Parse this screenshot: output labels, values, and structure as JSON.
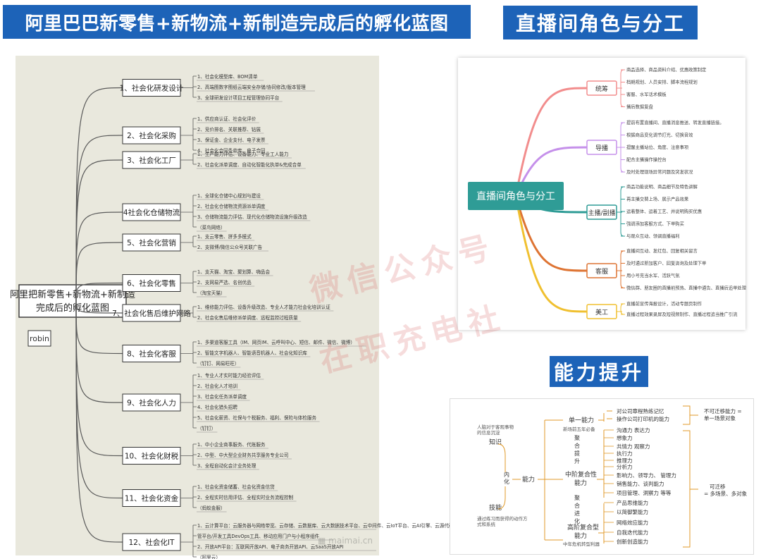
{
  "banners": {
    "left": "阿里巴巴新零售+新物流+新制造完成后的孵化蓝图",
    "right": "直播间角色与分工",
    "ability": "能力提升"
  },
  "watermark": {
    "line1": "微信公众号",
    "line2": "在职充电社"
  },
  "mindmap_left": {
    "root": "阿里把新零售+新物流+新制造完成后的孵化蓝图",
    "side_tag": "robin",
    "source_mark": "maimai.cn",
    "branches": [
      {
        "label": "1、社会化研发设计",
        "items": [
          "1、社会化模型库、BOM清单",
          "2、高端图数字图纸云端安全存储/协同修改/版本管理",
          "3、全球研发设计项目工程管理协同平台"
        ]
      },
      {
        "label": "2、社会化采购",
        "items": [
          "1、供应商认证、社会化评价",
          "2、竞价排名、关联推荐、钻展",
          "3、保证金、企业支付、电子发票",
          "4、社会化合同条款库、电子合同"
        ]
      },
      {
        "label": "3、社会化工厂",
        "items": [
          "1、生产能力评估、设备能力、专业工人能力",
          "2、社会化派单调度、自动化智能化执单&完成合单"
        ]
      },
      {
        "label": "4社会化仓储物流",
        "items": [
          "1、全球化仓储中心规划与建设",
          "2、社会化仓储物流资源派单调度",
          "3、仓储物流能力评估、现代化仓储物流设施升级改造",
          "（菜鸟网络）"
        ]
      },
      {
        "label": "5、社会化营销",
        "items": [
          "1、支云零售、拼多多模式",
          "2、支微博/微信公众号关联广告"
        ]
      },
      {
        "label": "6、社会化零售",
        "items": [
          "1、支天猫、淘宝、聚划算、嗨品会",
          "2、支网易严选、名创优品",
          "（淘宝天猫）"
        ]
      },
      {
        "label": "7、社会化售后维护网路",
        "items": [
          "1、维修能力评估、设备升级改造、专业人才能力社会化培训认证",
          "2、社会化售后维修派单调度、远程监控过程质量"
        ]
      },
      {
        "label": "8、社会化客服",
        "items": [
          "1、多渠道客服工具（IM、网页IM、云呼叫中心、短信、邮件、微信、微博）",
          "2、智能文字机器人、智能语音机器人、社会化知识库",
          "（钉钉、网易旺旺）"
        ]
      },
      {
        "label": "9、社会化人力",
        "items": [
          "1、专业人才实时能力经验评估",
          "2、社会化人才培训",
          "3、社会化任务派单调度",
          "4、社会化猎头招聘",
          "5、社会化薪资、社保与个税服务、福利、保险与体检服务",
          "（钉钉）"
        ]
      },
      {
        "label": "10、社会化财税",
        "items": [
          "1、中小企业商事服务、代账服务",
          "2、中型、中大型企业财务共享服务专业公司",
          "3、全程自动化会计业务处理"
        ]
      },
      {
        "label": "11、社会化资金",
        "items": [
          "1、社会化资金储蓄、社会化资金信贷",
          "2、全程实时信用评估、全程实时业务流程控制",
          "（蚂蚁金服）"
        ]
      },
      {
        "label": "12、社会化IT",
        "items": [
          "1、云计算平台：云服务器与网络带宽、云存储、云数据库、云大数据技术平台、云中间件、云IoT平台、云AI引擎、云源代码托",
          "管平台/开发工具DevOps工具、移动应用门户与小程序组件",
          "2、开放API平台：互联网开放API、电子商务开放API、云SaaS开放API",
          "（阿里云）"
        ]
      }
    ]
  },
  "mindmap_right": {
    "root": "直播间角色与分工",
    "branches": [
      {
        "label": "统筹",
        "color": "#f28d8d",
        "items": [
          "商品选择、商品资料介绍、优惠政策制定",
          "档期规划、人员安排、脚本流程规划",
          "客服、水军话术模板",
          "播后数据复盘"
        ]
      },
      {
        "label": "导播",
        "color": "#c590ea",
        "items": [
          "提前布置直播间、直播消息推送、转发直播链接。",
          "根据商品变化调节灯光、切换音效",
          "提醒主播站位、角度、注意事项",
          "配合主播操作操控台",
          "及时处理现场异常问题及突发状况"
        ]
      },
      {
        "label": "主播/副播",
        "color": "#2f9c96",
        "items": [
          "商品功能说明、商品细节及特色讲解",
          "再主播交替上场、展示产品效果",
          "运着整体、运着工艺、并说明购买优惠",
          "强调添加客服方式、下单购买",
          "与观众互动、领调直播福利"
        ]
      },
      {
        "label": "客服",
        "color": "#de7433",
        "items": [
          "直播间互动、发红包、回复相关留言",
          "及时通过新加客户、回复咨询及处理下单",
          "用小号充当水军、活跃气氛",
          "微信群、朋友圈的直播前预热、直播中通告、直播后追单处理"
        ]
      },
      {
        "label": "美工",
        "color": "#f0c030",
        "items": [
          "直播前宣传海报设计，活动专题页制作",
          "直播过程效果录屏及短视频制作、直播过程追当推广引流"
        ]
      }
    ]
  },
  "mindmap_ability": {
    "knowledge_note": "人脑对于客观事物的信息沉淀",
    "knowledge": "知识",
    "internalize": "内化",
    "ability": "能力",
    "skill": "技能",
    "skill_note": "通过练习而获得的动作方式和系统",
    "levels": [
      {
        "name": "单一能力",
        "note": "新场前五年必备",
        "items": [
          "对公司章程熟练记忆",
          "操作公司打印机的能力"
        ]
      },
      {
        "name": "中阶复合性能力",
        "note": "",
        "items": [
          "沟通力 表达力",
          "想象力",
          "共情力 观察力",
          "执行力",
          "推理力",
          "分析力",
          "影响力、领导力、 管理力",
          "销售能力、谈判能力",
          "项目管理、洞察力 等等"
        ]
      },
      {
        "name": "高阶复合型能力",
        "note": "中年危机转型利器",
        "items": [
          "产品思维能力",
          "以简御繁能力",
          "网络效应能力",
          "自我迭代能力",
          "创新创造能力"
        ]
      }
    ],
    "composite_label": "聚合提升",
    "evolve_label": "聚合进化",
    "non_transferable": "不可迁移能力 = 单一场景对象",
    "transferable": "可迁移 = 多场景、多对象"
  }
}
